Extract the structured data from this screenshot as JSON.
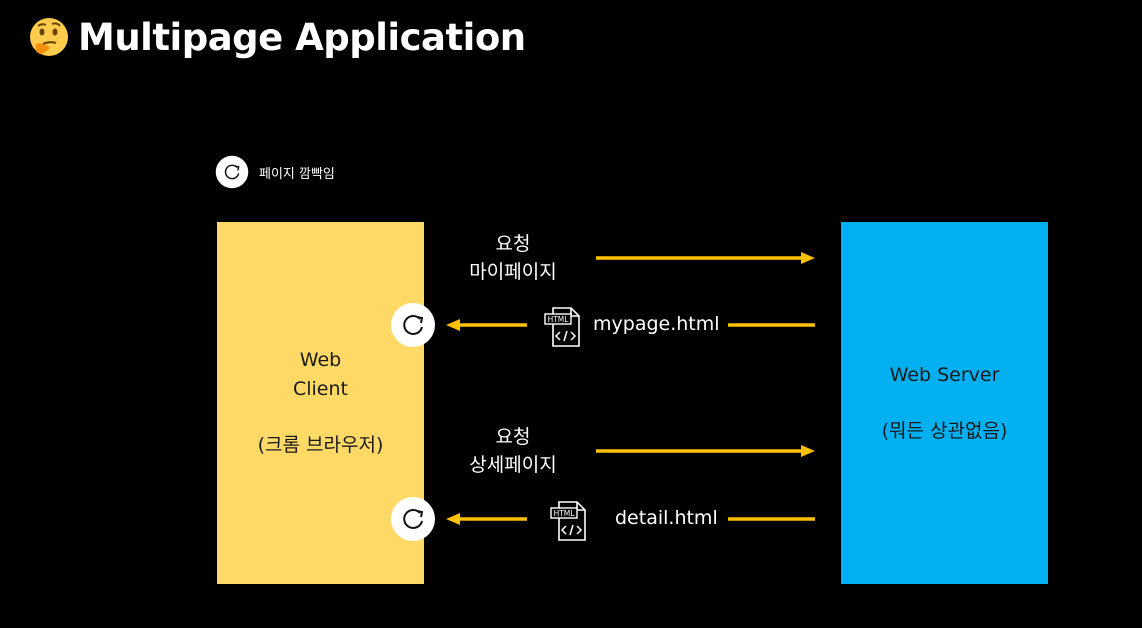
{
  "title": "Multipage Application",
  "legend": {
    "label": "페이지 깜빡임"
  },
  "client": {
    "line1": "Web",
    "line2": "Client",
    "line3": "(크롬 브라우저)"
  },
  "server": {
    "line1": "Web Server",
    "line2": "(뭐든 상관없음)"
  },
  "exchanges": [
    {
      "request_line1": "요청",
      "request_line2": "마이페이지",
      "response_file": "mypage.html"
    },
    {
      "request_line1": "요청",
      "request_line2": "상세페이지",
      "response_file": "detail.html"
    }
  ],
  "file_icon_label": "HTML",
  "colors": {
    "background": "#000000",
    "client": "#ffd966",
    "server": "#00b0f0",
    "arrow": "#ffc000"
  },
  "icons": {
    "title": "thinking-face-icon",
    "reload": "reload-icon",
    "file": "html-file-icon"
  }
}
